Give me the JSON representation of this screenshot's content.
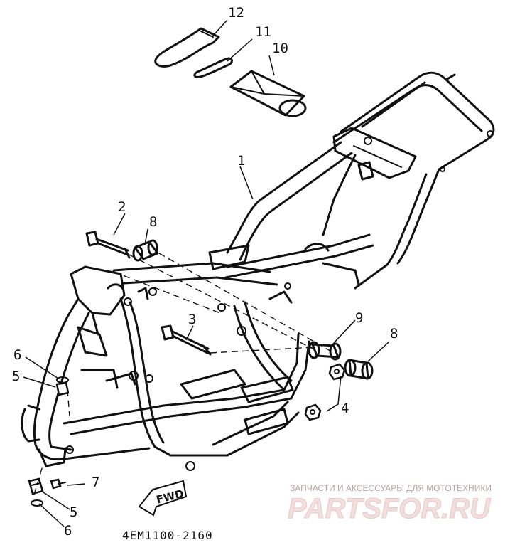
{
  "callouts": [
    {
      "id": "c1",
      "label": "1"
    },
    {
      "id": "c2",
      "label": "2"
    },
    {
      "id": "c3",
      "label": "3"
    },
    {
      "id": "c4",
      "label": "4"
    },
    {
      "id": "c5a",
      "label": "5"
    },
    {
      "id": "c5b",
      "label": "5"
    },
    {
      "id": "c6a",
      "label": "6"
    },
    {
      "id": "c6b",
      "label": "6"
    },
    {
      "id": "c7",
      "label": "7"
    },
    {
      "id": "c8a",
      "label": "8"
    },
    {
      "id": "c8b",
      "label": "8"
    },
    {
      "id": "c9",
      "label": "9"
    },
    {
      "id": "c10",
      "label": "10"
    },
    {
      "id": "c11",
      "label": "11"
    },
    {
      "id": "c12",
      "label": "12"
    }
  ],
  "fwd_label": "FWD",
  "drawing_code": "4EM1100-2160",
  "watermark": {
    "tagline": "ЗАПЧАСТИ И АКСЕССУАРЫ ДЛЯ МОТОТЕХНИКИ",
    "logo": "PARTSFOR.RU",
    "logo_color": "#f3dede"
  },
  "colors": {
    "line": "#111111",
    "background": "#ffffff"
  }
}
